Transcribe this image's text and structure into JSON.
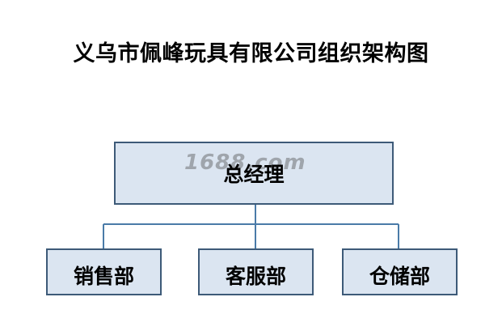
{
  "title": "义乌市佩峰玩具有限公司组织架构图",
  "watermark": "1688.com",
  "colors": {
    "box_fill": "#dbe5f1",
    "box_border": "#3d5a78",
    "connector": "#4a7ba8",
    "text": "#000000"
  },
  "org": {
    "root": "总经理",
    "children": [
      "销售部",
      "客服部",
      "仓储部"
    ]
  }
}
